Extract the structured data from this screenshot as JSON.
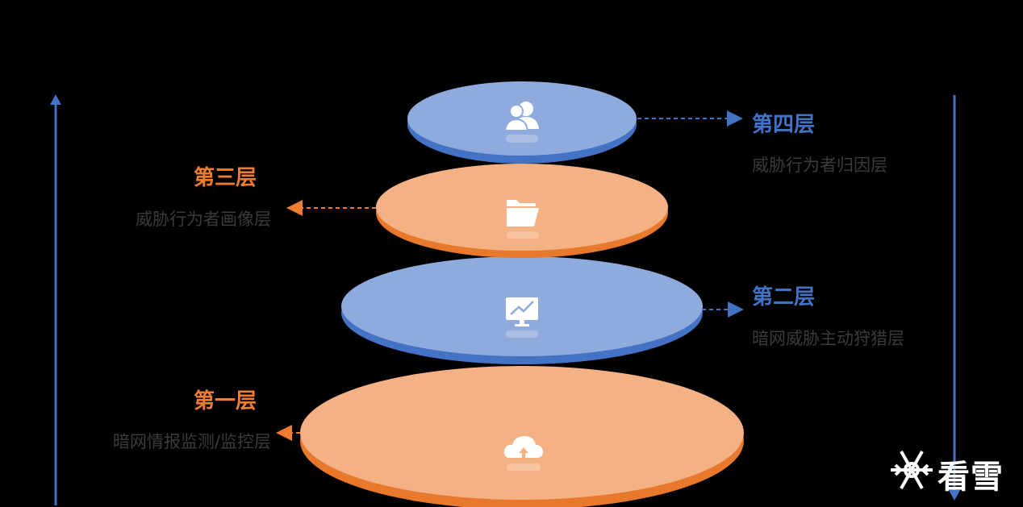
{
  "layers": [
    {
      "title": "第四层",
      "subtitle": "威胁行为者归因层",
      "icon": "users-icon",
      "color": "#4472c4"
    },
    {
      "title": "第三层",
      "subtitle": "威胁行为者画像层",
      "icon": "folder-icon",
      "color": "#ee7d31"
    },
    {
      "title": "第二层",
      "subtitle": "暗网威胁主动狩猎层",
      "icon": "monitor-chart-icon",
      "color": "#4472c4"
    },
    {
      "title": "第一层",
      "subtitle": "暗网情报监测/监控层",
      "icon": "cloud-upload-icon",
      "color": "#ee7d31"
    }
  ],
  "logo": {
    "text": "看雪",
    "icon": "snowflake-icon"
  }
}
